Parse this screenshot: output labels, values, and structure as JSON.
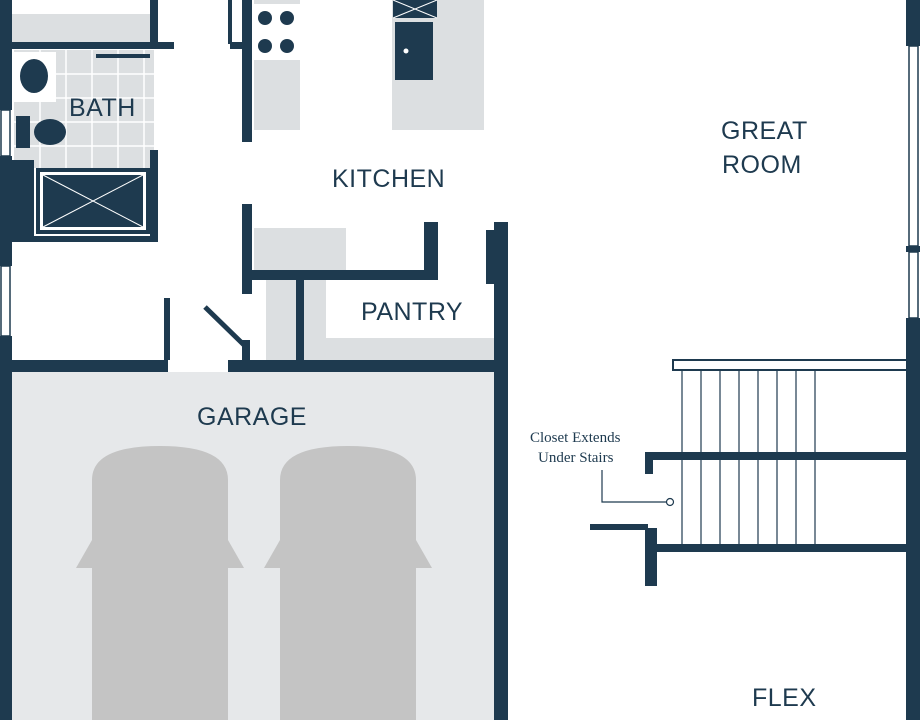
{
  "rooms": {
    "bath": "BATH",
    "kitchen": "KITCHEN",
    "great_room_line1": "GREAT",
    "great_room_line2": "ROOM",
    "pantry": "PANTRY",
    "garage": "GARAGE",
    "flex": "FLEX"
  },
  "annotations": {
    "closet_line1": "Closet Extends",
    "closet_line2": "Under Stairs"
  },
  "colors": {
    "wall": "#1e3a4f",
    "fixture": "#dcdfe1",
    "garage_floor": "#e6e8ea",
    "vehicle": "#c4c4c4"
  }
}
